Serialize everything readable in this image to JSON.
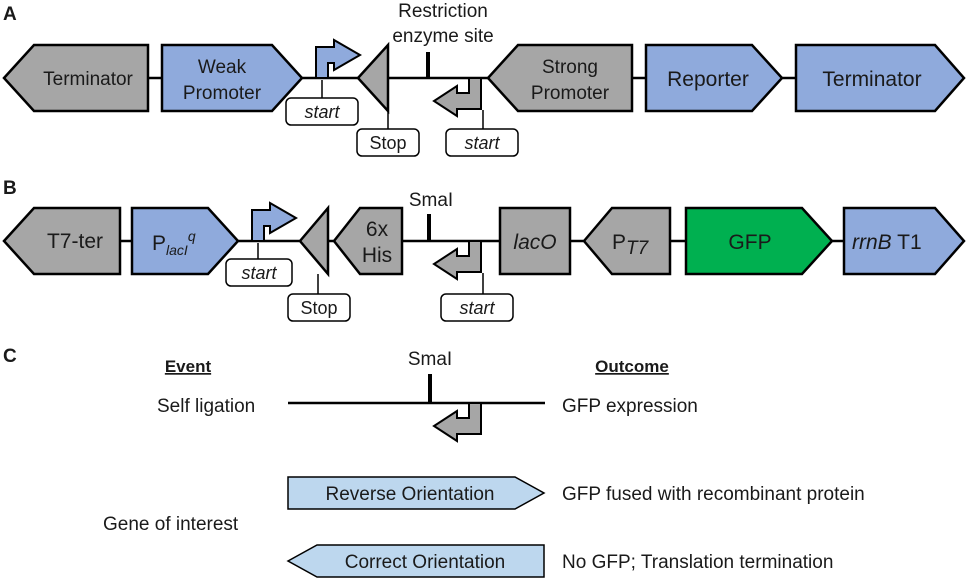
{
  "colors": {
    "gray": "#a6a6a6",
    "blue": "#8faadc",
    "green": "#00b050",
    "light_blue": "#bdd7ee",
    "outline": "#000000"
  },
  "panelA": {
    "letter": "A",
    "terminator_left": "Terminator",
    "weak_promoter_line1": "Weak",
    "weak_promoter_line2": "Promoter",
    "start_left": "start",
    "stop": "Stop",
    "site_line1": "Restriction",
    "site_line2": "enzyme site",
    "start_right": "start",
    "strong_promoter_line1": "Strong",
    "strong_promoter_line2": "Promoter",
    "reporter": "Reporter",
    "terminator_right": "Terminator"
  },
  "panelB": {
    "letter": "B",
    "t7ter": "T7-ter",
    "placiq_p": "P",
    "placiq_sub": "lacI",
    "placiq_sup": "q",
    "start_left": "start",
    "stop": "Stop",
    "his_line1": "6x",
    "his_line2": "His",
    "smai": "SmaI",
    "start_right": "start",
    "laco": "lacO",
    "pt7_p": "P",
    "pt7_sub": "T7",
    "gfp": "GFP",
    "rrnb": "rrnB",
    "t1": " T1"
  },
  "panelC": {
    "letter": "C",
    "event_header": "Event",
    "outcome_header": "Outcome",
    "smai": "SmaI",
    "self_ligation": "Self ligation",
    "gfp_expression": "GFP expression",
    "reverse_orientation": "Reverse Orientation",
    "reverse_outcome": "GFP fused with recombinant protein",
    "gene_of_interest": "Gene of interest",
    "correct_orientation": "Correct Orientation",
    "correct_outcome": "No GFP; Translation termination"
  }
}
